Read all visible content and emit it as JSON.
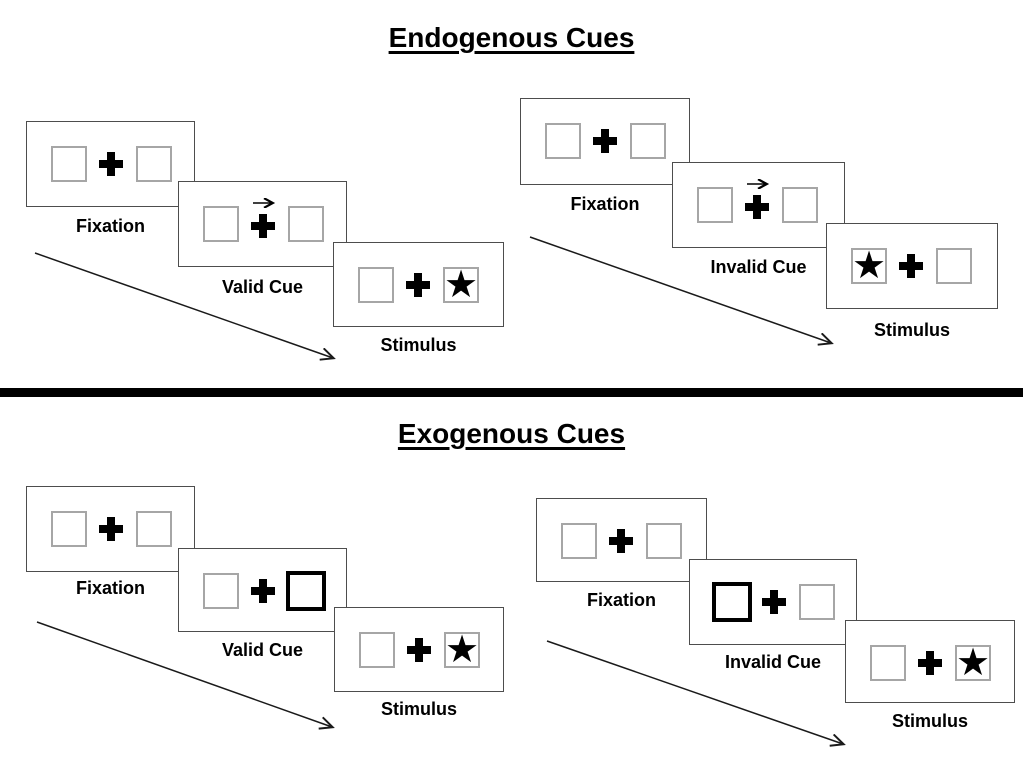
{
  "colors": {
    "ink": "#000000",
    "card_border": "#4d4d4d",
    "square_border": "#a6a6a6",
    "divider": "#000000"
  },
  "glyphs": {
    "star": "★"
  },
  "icons": {
    "cue_direction": "right-arrow",
    "fixation_cross": "plus"
  },
  "sections": [
    {
      "title": "Endogenous Cues",
      "sequences": [
        {
          "name": "endogenous-valid",
          "steps": [
            {
              "label": "Fixation",
              "left_box": "empty",
              "right_box": "empty"
            },
            {
              "label": "Valid Cue",
              "left_box": "empty",
              "right_box": "empty",
              "cue_arrow": "right"
            },
            {
              "label": "Stimulus",
              "left_box": "empty",
              "right_box": "star"
            }
          ]
        },
        {
          "name": "endogenous-invalid",
          "steps": [
            {
              "label": "Fixation",
              "left_box": "empty",
              "right_box": "empty"
            },
            {
              "label": "Invalid Cue",
              "left_box": "empty",
              "right_box": "empty",
              "cue_arrow": "right"
            },
            {
              "label": "Stimulus",
              "left_box": "star",
              "right_box": "empty"
            }
          ]
        }
      ]
    },
    {
      "title": "Exogenous Cues",
      "sequences": [
        {
          "name": "exogenous-valid",
          "steps": [
            {
              "label": "Fixation",
              "left_box": "empty",
              "right_box": "empty"
            },
            {
              "label": "Valid Cue",
              "left_box": "empty",
              "right_box": "bold-outline"
            },
            {
              "label": "Stimulus",
              "left_box": "empty",
              "right_box": "star"
            }
          ]
        },
        {
          "name": "exogenous-invalid",
          "steps": [
            {
              "label": "Fixation",
              "left_box": "empty",
              "right_box": "empty"
            },
            {
              "label": "Invalid Cue",
              "left_box": "bold-outline",
              "right_box": "empty"
            },
            {
              "label": "Stimulus",
              "left_box": "empty",
              "right_box": "star"
            }
          ]
        }
      ]
    }
  ]
}
